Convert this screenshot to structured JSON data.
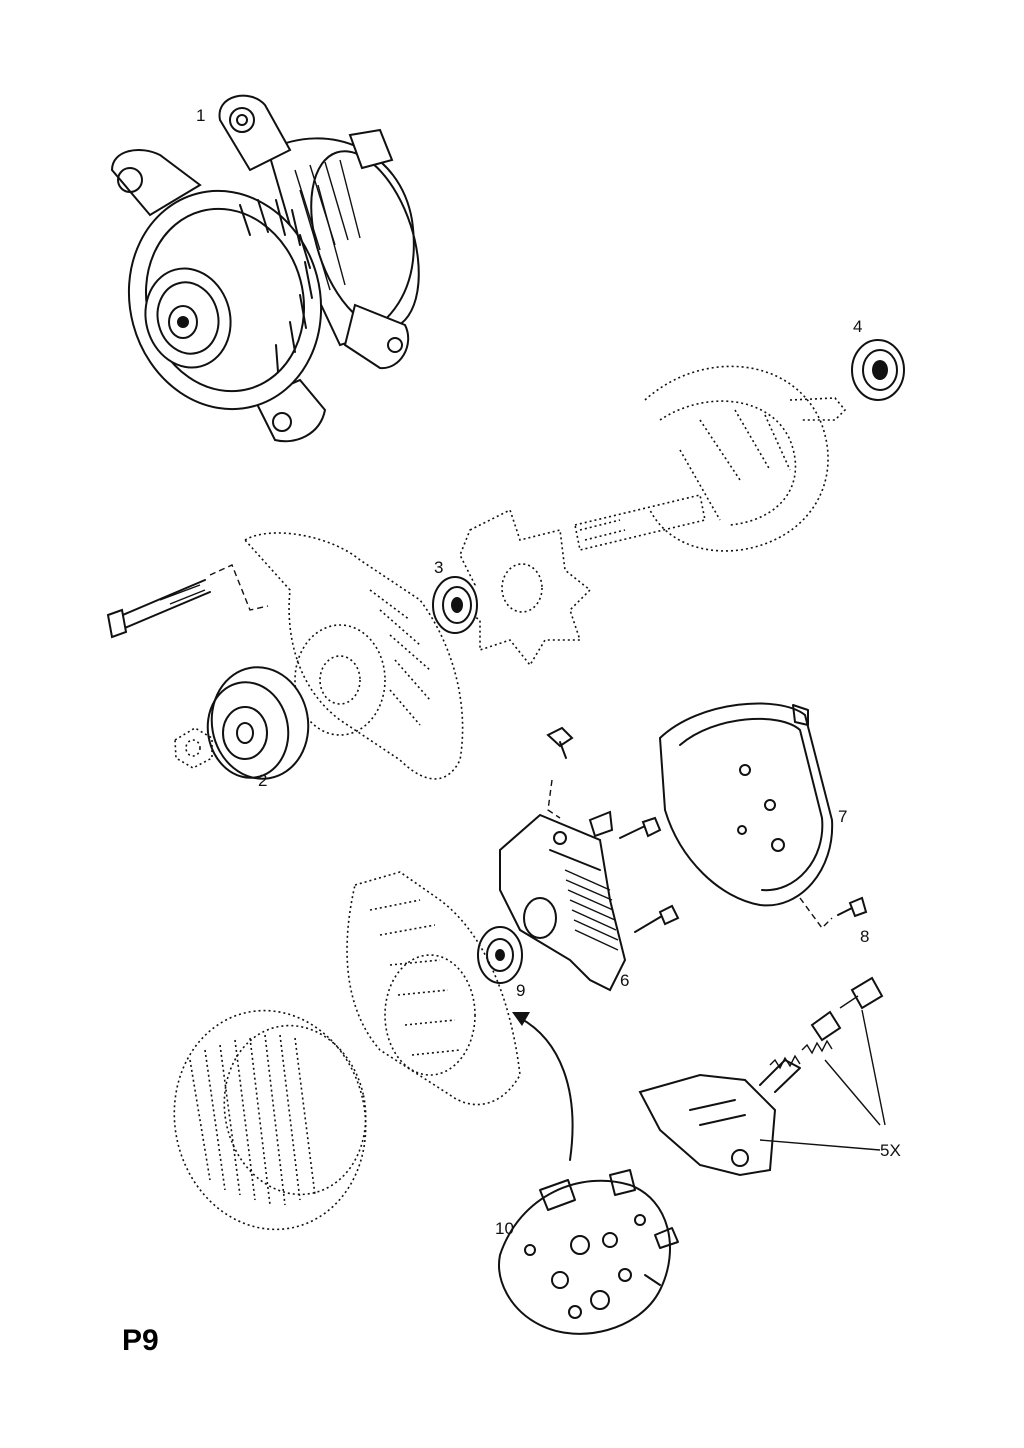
{
  "page_code": "P9",
  "callouts": {
    "c1": "1",
    "c2": "2",
    "c3": "3",
    "c4": "4",
    "c5": "5X",
    "c6": "6",
    "c7": "7",
    "c8": "8",
    "c9": "9",
    "c10": "10"
  }
}
